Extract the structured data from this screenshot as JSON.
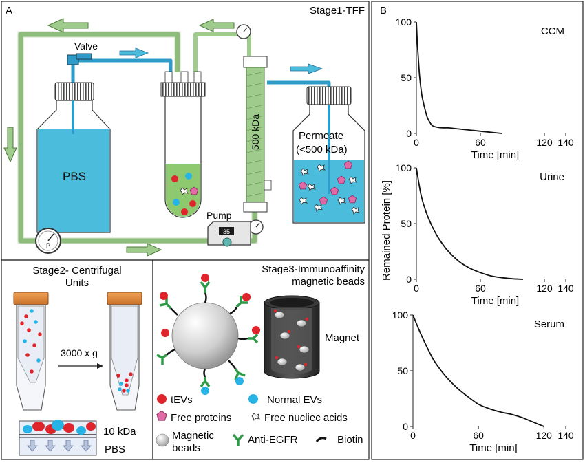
{
  "panel_a": {
    "letter": "A",
    "stage_title": "Stage1-TFF",
    "valve_label": "Valve",
    "pbs_label": "PBS",
    "filter_label": "500 kDa",
    "permeate_line1": "Permeate",
    "permeate_line2": "(<500 kDa)",
    "pump_label": "Pump",
    "pump_display": "35",
    "gauge_letter": "P"
  },
  "stage2": {
    "title_line1": "Stage2- Centrifugal",
    "title_line2": "Units",
    "speed_label": "3000 x g",
    "membrane_label": "10 kDa",
    "pbs_label": "PBS"
  },
  "stage3": {
    "title_line1": "Stage3-Immunoaffinity",
    "title_line2": "magnetic beads",
    "magnet_label": "Magnet"
  },
  "legend": {
    "tevs": "tEVs",
    "normal_evs": "Normal EVs",
    "free_proteins": "Free proteins",
    "free_nucleic": "Free nucliec acids",
    "magnetic_beads_line1": "Magnetic",
    "magnetic_beads_line2": "beads",
    "anti_egfr": "Anti-EGFR",
    "biotin": "Biotin"
  },
  "panel_b": {
    "letter": "B",
    "ylabel": "Remained Protein [%]"
  },
  "colors": {
    "tube_green": "#9fcc8c",
    "pbs_blue": "#4bbcdc",
    "line_blue": "#2f9bc9",
    "tev_red": "#e0242c",
    "ev_blue": "#27b3e6",
    "protein_pink": "#e06aa6",
    "cap_orange": "#e58a3a"
  },
  "chart_data": [
    {
      "type": "line",
      "label": "CCM",
      "xlabel": "Time [min]",
      "xlim": [
        0,
        140
      ],
      "ylim": [
        0,
        100
      ],
      "xticks": [
        0,
        60,
        120,
        140
      ],
      "yticks": [
        0,
        50,
        100
      ],
      "x": [
        0,
        1,
        2,
        3,
        5,
        8,
        10,
        12,
        15,
        20,
        25,
        30,
        40,
        50,
        60,
        70,
        80
      ],
      "y": [
        100,
        80,
        65,
        52,
        35,
        22,
        15,
        11,
        7,
        5.5,
        5,
        5,
        4,
        3,
        2,
        1,
        0
      ]
    },
    {
      "type": "line",
      "label": "Urine",
      "xlabel": "Time [min]",
      "xlim": [
        0,
        140
      ],
      "ylim": [
        0,
        100
      ],
      "xticks": [
        0,
        60,
        120,
        140
      ],
      "yticks": [
        0,
        50,
        100
      ],
      "x": [
        0,
        2,
        5,
        10,
        15,
        20,
        25,
        30,
        40,
        50,
        60,
        70,
        80,
        90,
        100
      ],
      "y": [
        100,
        88,
        73,
        58,
        47,
        38,
        31,
        25,
        16,
        10,
        6,
        3,
        1.5,
        0.5,
        0
      ]
    },
    {
      "type": "line",
      "label": "Serum",
      "xlabel": "Time [min]",
      "xlim": [
        0,
        140
      ],
      "ylim": [
        0,
        100
      ],
      "xticks": [
        0,
        60,
        120,
        140
      ],
      "yticks": [
        0,
        50,
        100
      ],
      "x": [
        0,
        5,
        10,
        15,
        20,
        30,
        40,
        50,
        60,
        70,
        80,
        90,
        100,
        110,
        120
      ],
      "y": [
        100,
        88,
        77,
        67,
        58,
        45,
        35,
        27,
        20,
        16,
        13,
        11,
        8,
        4,
        0
      ]
    }
  ]
}
